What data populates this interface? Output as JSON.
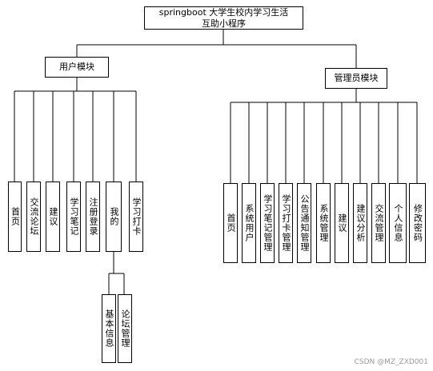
{
  "root": {
    "line1": "springboot 大学生校内学习生活",
    "line2": "互助小程序"
  },
  "user_module": {
    "label": "用户模块",
    "children": [
      "首页",
      "交流论坛",
      "建议",
      "学习笔记",
      "注册登录",
      "我的",
      "学习打卡"
    ],
    "my_children": [
      "基本信息",
      "论坛管理"
    ]
  },
  "admin_module": {
    "label": "管理员模块",
    "children": [
      "首页",
      "系统用户",
      "学习笔记管理",
      "学习打卡管理",
      "公告通知管理",
      "系统管理",
      "建议",
      "建议分析",
      "交流管理",
      "个人信息",
      "修改密码"
    ]
  },
  "watermark": "CSDN @MZ_ZXD001"
}
